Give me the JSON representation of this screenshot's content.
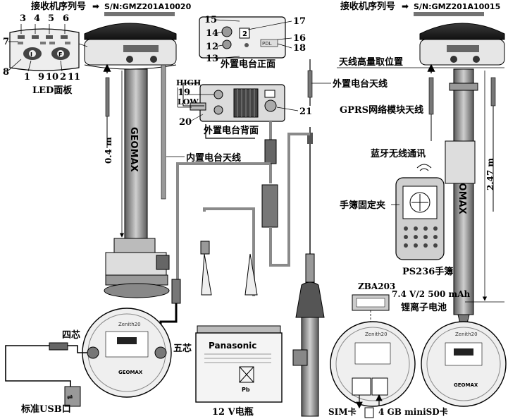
{
  "labels": {
    "serial_left_prefix": "接收机序列号",
    "serial_left_value": "S/N:GMZ201A10020",
    "serial_right_prefix": "接收机序列号",
    "serial_right_value": "S/N:GMZ201A10015",
    "led_panel": "LED面板",
    "ext_radio_front": "外置电台正面",
    "ext_radio_back": "外置电台背面",
    "ext_radio_antenna": "外置电台天线",
    "internal_radio_antenna": "内置电台天线",
    "antenna_height_pos": "天线高量取位置",
    "gprs_antenna": "GPRS网络模块天线",
    "bluetooth": "蓝牙无线通讯",
    "handbook_clip": "手簿固定夹",
    "ps236": "PS236手簿",
    "zba203": "ZBA203",
    "battery_spec": "7.4 V/2 500 mAh",
    "li_battery": "锂离子电池",
    "four_core": "四芯",
    "five_core": "五芯",
    "usb_port": "标准USB口",
    "battery_12v": "12 V电瓶",
    "sim_card": "SIM卡",
    "sd_card": "4 GB miniSD卡",
    "high": "HIGH",
    "low": "LOW",
    "dim_04": "0.4 m",
    "dim_247": "2.47 m",
    "panasonic": "Panasonic",
    "brand": "GEOMAX",
    "pb": "Pb"
  },
  "callouts": {
    "n1": "1",
    "n2": "2",
    "n3": "3",
    "n4": "4",
    "n5": "5",
    "n6": "6",
    "n7": "7",
    "n8": "8",
    "n9": "9",
    "n10": "10",
    "n11": "11",
    "n12": "12",
    "n13": "13",
    "n14": "14",
    "n15": "15",
    "n16": "16",
    "n17": "17",
    "n18": "18",
    "n19": "19",
    "n20": "20",
    "n21": "21"
  },
  "colors": {
    "line": "#000000",
    "cable_gray": "#8a8a8a",
    "device_dark": "#2b2b2b",
    "device_mid": "#9a9a9a",
    "device_light": "#d8d8d8"
  }
}
